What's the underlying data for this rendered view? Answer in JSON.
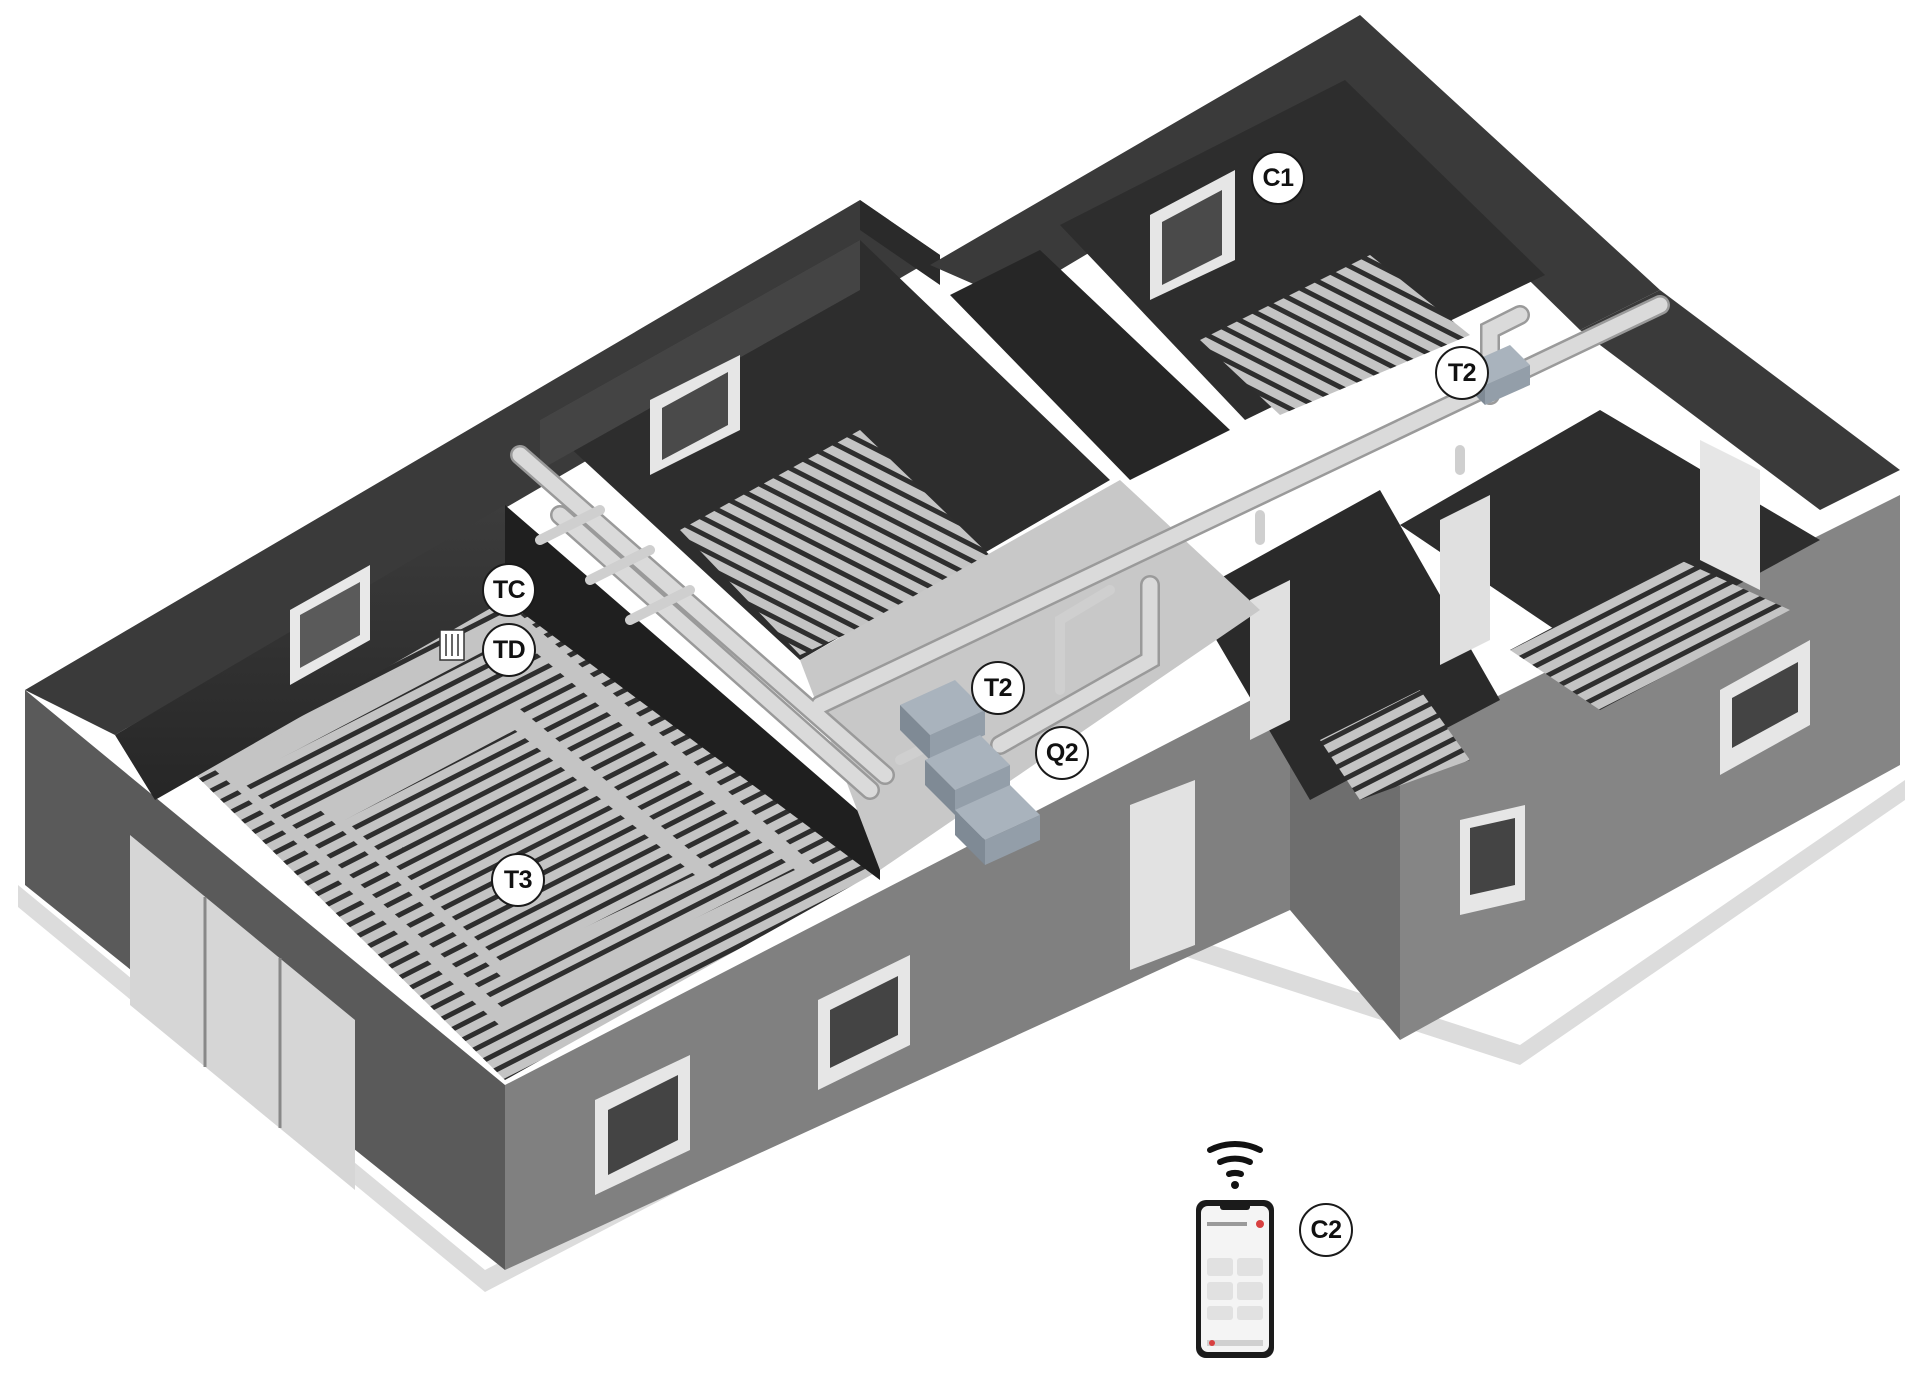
{
  "labels": {
    "c1": "C1",
    "t2_upper": "T2",
    "tc": "TC",
    "td": "TD",
    "t2_lower": "T2",
    "q2": "Q2",
    "t3": "T3",
    "c2": "C2"
  },
  "icons": {
    "wireless": "wifi-icon",
    "mobile_app": "smartphone-icon",
    "room_thermostat": "wall-thermostat-icon"
  },
  "colors": {
    "badge_fill": "#ffffff",
    "badge_border": "#1a1a1a",
    "wall_top": "#4a4a4a",
    "wall_outer": "#7c7c7c",
    "wall_inner": "#2f2f2f",
    "floor": "#bdbdbd",
    "pipe": "#d4d4d4",
    "unit": "#8f9aa6"
  }
}
